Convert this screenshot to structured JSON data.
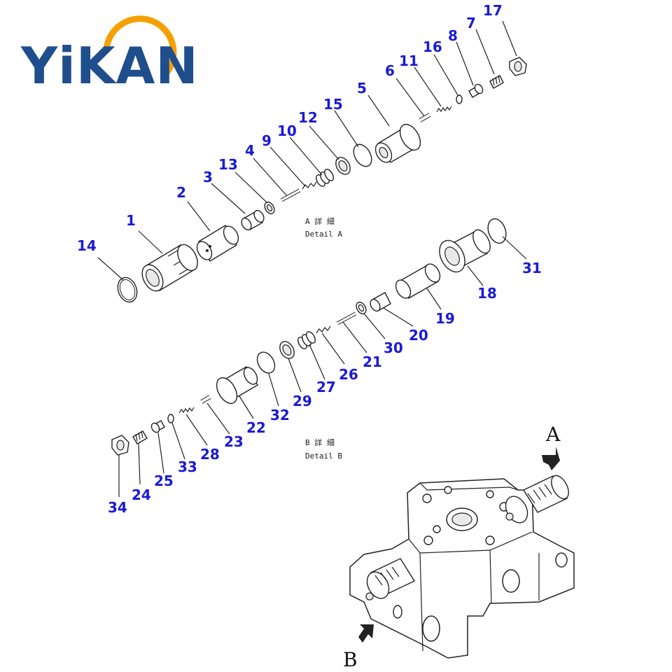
{
  "logo": {
    "text": "YiKAN",
    "color": "#1f4e8c",
    "arc_color": "#f5a000"
  },
  "detail_a": {
    "title_jp": "A 詳 細",
    "title_en": "Detail A"
  },
  "detail_b": {
    "title_jp": "B 詳 細",
    "title_en": "Detail B"
  },
  "view_labels": {
    "a": "A",
    "b": "B"
  },
  "callout_color": "#1a1ad6",
  "callouts": {
    "c1": "1",
    "c2": "2",
    "c3": "3",
    "c4": "4",
    "c5": "5",
    "c6": "6",
    "c7": "7",
    "c8": "8",
    "c9": "9",
    "c10": "10",
    "c11": "11",
    "c12": "12",
    "c13": "13",
    "c14": "14",
    "c15": "15",
    "c16": "16",
    "c17": "17",
    "c18": "18",
    "c19": "19",
    "c20": "20",
    "c21": "21",
    "c22": "22",
    "c23": "23",
    "c24": "24",
    "c25": "25",
    "c26": "26",
    "c27": "27",
    "c28": "28",
    "c29": "29",
    "c30": "30",
    "c31": "31",
    "c32": "32",
    "c33": "33",
    "c34": "34"
  }
}
